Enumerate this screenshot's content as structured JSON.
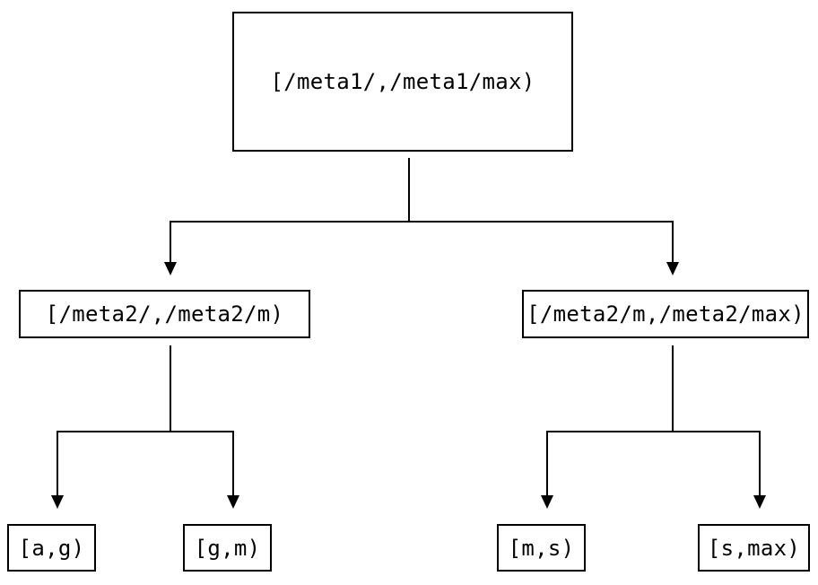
{
  "diagram": {
    "type": "tree",
    "colors": {
      "background": "#ffffff",
      "line": "#000000",
      "text": "#000000",
      "node_fill": "#ffffff"
    },
    "nodes": {
      "root": {
        "label": "[/meta1/,/meta1/max)"
      },
      "mid_left": {
        "label": "[/meta2/,/meta2/m)"
      },
      "mid_right": {
        "label": "[/meta2/m,/meta2/max)"
      },
      "leaf_ag": {
        "label": "[a,g)"
      },
      "leaf_gm": {
        "label": "[g,m)"
      },
      "leaf_ms": {
        "label": "[m,s)"
      },
      "leaf_smax": {
        "label": "[s,max)"
      }
    },
    "edges": [
      {
        "from": "root",
        "to": "mid_left"
      },
      {
        "from": "root",
        "to": "mid_right"
      },
      {
        "from": "mid_left",
        "to": "leaf_ag"
      },
      {
        "from": "mid_left",
        "to": "leaf_gm"
      },
      {
        "from": "mid_right",
        "to": "leaf_ms"
      },
      {
        "from": "mid_right",
        "to": "leaf_smax"
      }
    ]
  }
}
